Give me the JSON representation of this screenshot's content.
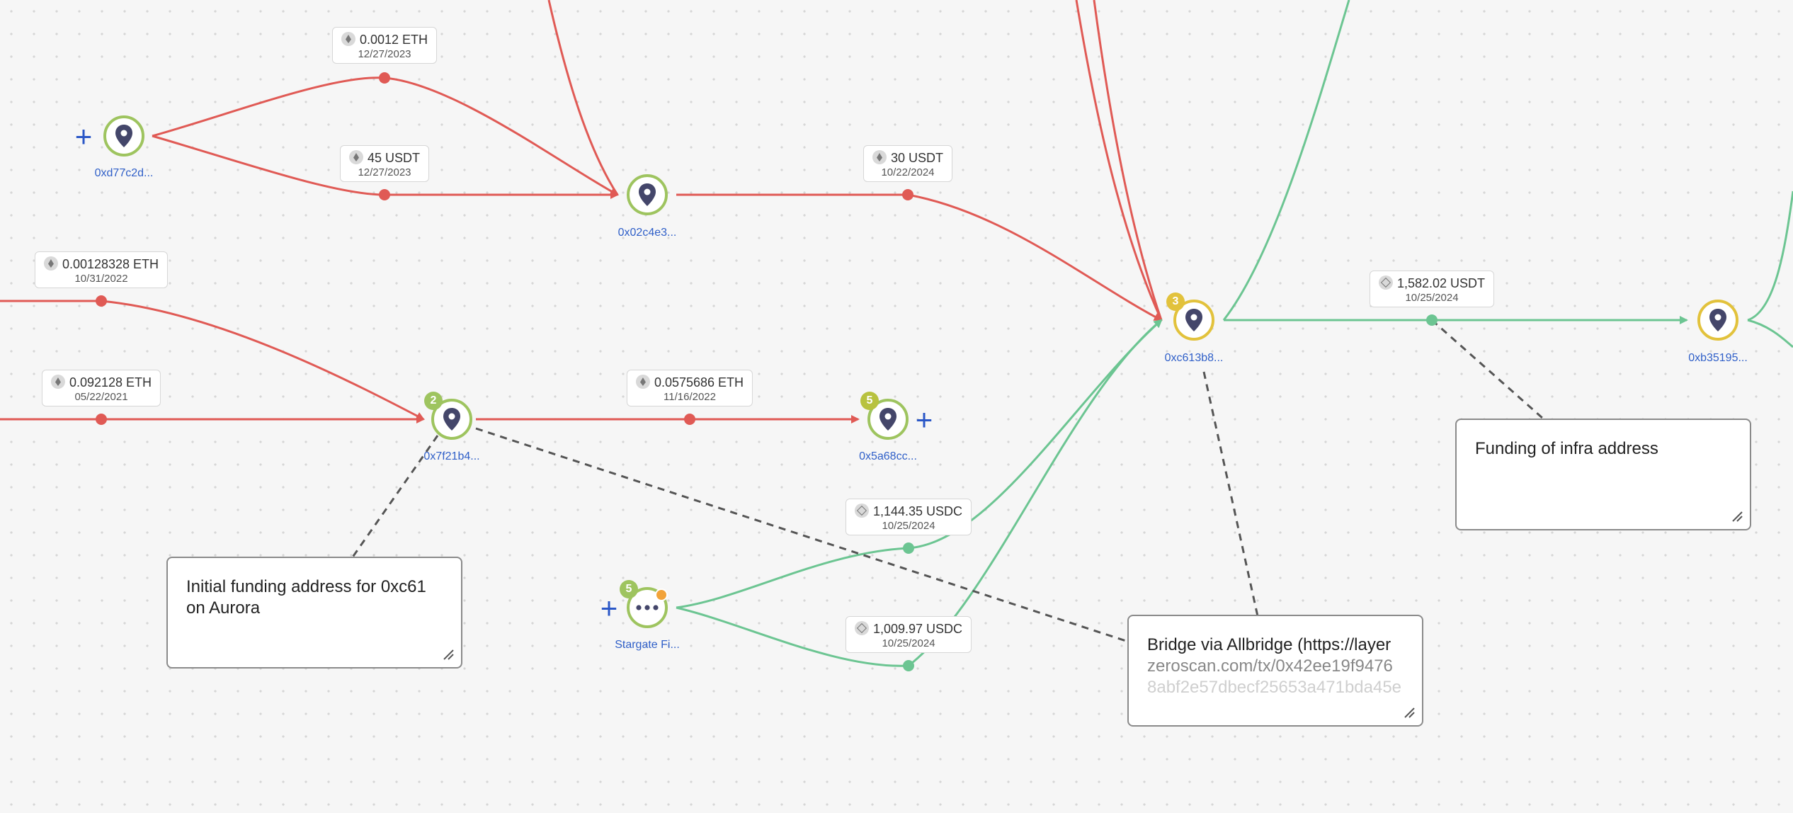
{
  "nodes": {
    "n1": {
      "label": "0xd77c2d..."
    },
    "n2": {
      "label": "0x02c4e3..."
    },
    "n3": {
      "label": "0x7f21b4...",
      "badge": "2"
    },
    "n4": {
      "label": "0x5a68cc...",
      "badge": "5"
    },
    "n5": {
      "label": "0xc613b8...",
      "badge": "3"
    },
    "n6": {
      "label": "0xb35195..."
    },
    "n7": {
      "label": "Stargate Fi...",
      "badge": "5"
    }
  },
  "transactions": [
    {
      "amount": "0.0012 ETH",
      "date": "12/27/2023",
      "coin": "eth-icon"
    },
    {
      "amount": "45 USDT",
      "date": "12/27/2023",
      "coin": "eth-icon"
    },
    {
      "amount": "30 USDT",
      "date": "10/22/2024",
      "coin": "eth-icon"
    },
    {
      "amount": "0.00128328 ETH",
      "date": "10/31/2022",
      "coin": "eth-icon"
    },
    {
      "amount": "0.092128 ETH",
      "date": "05/22/2021",
      "coin": "eth-icon"
    },
    {
      "amount": "0.0575686 ETH",
      "date": "11/16/2022",
      "coin": "eth-icon"
    },
    {
      "amount": "1,582.02 USDT",
      "date": "10/25/2024",
      "coin": "stable-icon"
    },
    {
      "amount": "1,144.35 USDC",
      "date": "10/25/2024",
      "coin": "stable-icon"
    },
    {
      "amount": "1,009.97 USDC",
      "date": "10/25/2024",
      "coin": "stable-icon"
    }
  ],
  "notes": {
    "initial_funding": "Initial funding address for 0xc61 on Aurora",
    "infra_funding": "Funding of infra address",
    "bridge_line1": "Bridge via Allbridge (https://layer",
    "bridge_line2": "zeroscan.com/tx/0x42ee19f9476",
    "bridge_line3": "8abf2e57dbecf25653a471bda45e"
  },
  "icons": {
    "node": "location-pin-icon",
    "add": "plus-icon",
    "more": "more-dots-icon",
    "resize": "resize-handle-icon"
  },
  "colors": {
    "outflow": "#e05a55",
    "inflow": "#6cc592",
    "link_blue": "#2f5fc8",
    "pin": "#44466a"
  }
}
